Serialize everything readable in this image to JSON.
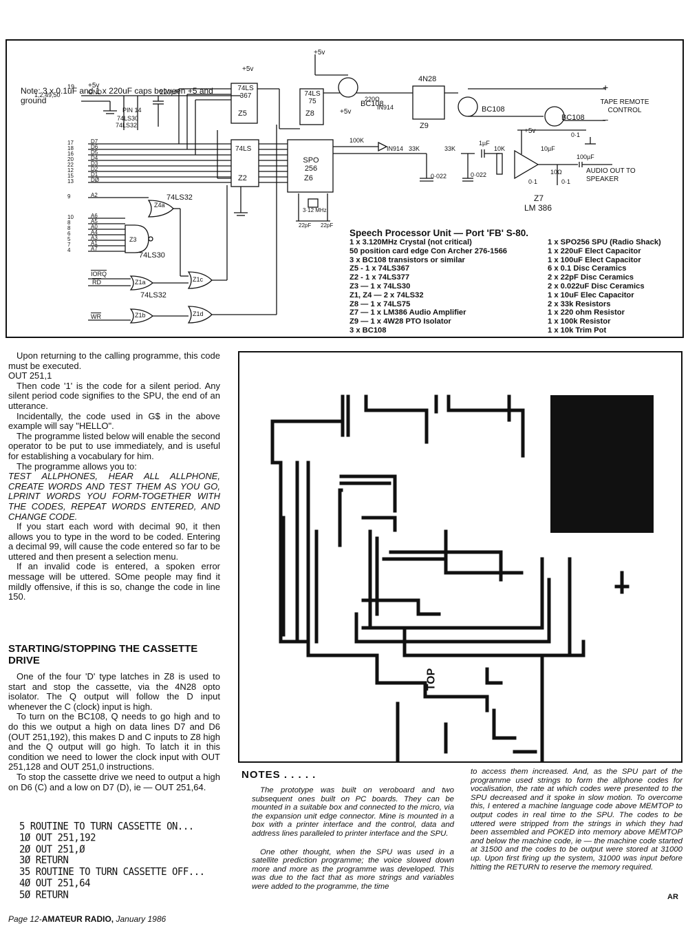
{
  "schematic": {
    "note": "Note: 3 x 0.1uF and 1 x 220uF caps between +5 and ground",
    "labels": {
      "plus5v": "+5v",
      "gnd": "GND",
      "pin14": "PIN 14",
      "chip_a": "74LS30",
      "chip_b": "74LS32",
      "cap220": "220µF",
      "z5": "74LS 367",
      "z5_ref": "Z5",
      "z2": "74LS",
      "z2_ref": "Z2",
      "z8": "74LS 75",
      "z8_ref": "Z8",
      "z6": "SPO 256",
      "z6_ref": "Z6",
      "bc108": "BC108",
      "opto": "4N28",
      "z9": "Z9",
      "in914": "IN914",
      "r220": "220Ω",
      "r100k": "100K",
      "r33k": "33K",
      "c0022": "0·022",
      "c1u": "1µF",
      "r10k": "10K",
      "c10u": "10µF",
      "c100u": "100µF",
      "c01": "0·1",
      "r10": "10Ω",
      "tape": "TAPE REMOTE CONTROL",
      "audio": "AUDIO OUT TO SPEAKER",
      "z7": "Z7",
      "lm386": "LM 386",
      "xtal": "3·12 MHz",
      "c22p": "22pF",
      "z4a": "Z4a",
      "z3": "Z3",
      "z1a": "Z1a",
      "z1b": "Z1b",
      "z1c": "Z1c",
      "z1d": "Z1d",
      "iorq": "IORQ",
      "rd": "RD",
      "wr": "WR",
      "pin19": "19",
      "pins_gnd": "1,2,49,50",
      "plus": "+",
      "minus": "–"
    },
    "data_lines": [
      "D7",
      "D6",
      "D5",
      "D4",
      "D3",
      "D2",
      "D1",
      "DØ"
    ],
    "data_pins": [
      "17",
      "18",
      "16",
      "20",
      "22",
      "12",
      "15",
      "13"
    ],
    "addr_lines": [
      "A2",
      "A6",
      "A5",
      "A0",
      "A4",
      "A3",
      "A1",
      "A7"
    ],
    "addr_pins": [
      "9",
      "10",
      "8",
      "8",
      "6",
      "5",
      "7",
      "4"
    ],
    "parts_title": "Speech Processor Unit — Port 'FB' S-80.",
    "parts_left": [
      "1 x 3.120MHz Crystal (not critical)",
      "50 position card edge Con Archer 276-1566",
      "3 x BC108 transistors or similar",
      "Z5 - 1 x 74LS367",
      "Z2 - 1 x 74LS377",
      "Z3 — 1 x 74LS30",
      "Z1, Z4 — 2 x 74LS32",
      "Z8 — 1 x 74LS75",
      "Z7 — 1 x LM386 Audio Amplifier",
      "Z9 — 1 x 4W28 PTO Isolator",
      "3 x BC108"
    ],
    "parts_right": [
      "1 x SPO256 SPU (Radio Shack)",
      "1 x 220uF Elect Capacitor",
      "1 x 100uF Elect Capacitor",
      "6 x 0.1 Disc Ceramics",
      "2 x 22pF Disc Ceramics",
      "2 x 0.022uF Disc Ceramics",
      "1 x 10uF Elec Capacitor",
      "2 x 33k Resistors",
      "1 x 220 ohm Resistor",
      "1 x 100k Resistor",
      "1 x 10k Trim Pot"
    ]
  },
  "left_column": {
    "p1": "Upon returning to the calling programme, this code must be executed.",
    "p2": "OUT 251,1",
    "p3": "Then code '1' is the code for a silent period. Any silent period code signifies to the SPU, the end of an utterance.",
    "p4": "Incidentally, the code used in G$ in the above example will say \"HELLO\".",
    "p5": "The programme listed below will enable the second operator to be put to use immediately, and is useful for establishing a vocabulary for him.",
    "p6": "The programme allows you to:",
    "p7": "TEST ALLPHONES, HEAR ALL ALLPHONE, CREATE WORDS AND TEST THEM AS YOU GO, LPRINT WORDS YOU FORM-TOGETHER WITH THE CODES, REPEAT WORDS ENTERED, AND CHANGE CODE.",
    "p8": "If you start each word with decimal 90, it then allows you to type in the word to be coded. Entering a decimal 99, will cause the code entered so far to be uttered and then present a selection menu.",
    "p9": "If an invalid code is entered, a spoken error message will be uttered. SOme people may find it mildly offensive, if this is so, change the code in line 150.",
    "heading": "STARTING/STOPPING THE CASSETTE DRIVE",
    "p10": "One of the four 'D' type latches in Z8 is used to start and stop the cassette, via the 4N28 opto isolator. The Q output will follow the D input whenever the C (clock) input is high.",
    "p11": "To turn on the BC108, Q needs to go high and to do this we output a high on data lines D7 and D6 (OUT 251,192), this makes D and C inputs to Z8 high and the Q output will go high. To latch it in this condition we need to lower the clock input with OUT 251,128 and OUT 251,0 instructions.",
    "p12": "To stop the cassette drive we need to output a high on D6 (C) and a low on D7 (D), ie — OUT 251,64."
  },
  "code_lines": [
    "5 ROUTINE TO TURN CASSETTE ON...",
    "1Ø OUT 251,192",
    "2Ø OUT 251,Ø",
    "3Ø RETURN",
    "35 ROUTINE TO TURN CASSETTE OFF...",
    "4Ø OUT 251,64",
    "5Ø RETURN"
  ],
  "pcb": {
    "label_top": "TOP",
    "label_plus": "+"
  },
  "notes": {
    "heading": "NOTES . . . . .",
    "col1_p1": "The prototype was built on veroboard and two subsequent ones built on PC boards. They can be mounted in a suitable box and connected to the micro, via the expansion unit edge connector. Mine is mounted in a box with a printer interface and the control, data and address lines paralleled to printer interface and the SPU.",
    "col1_p2": "One other thought, when the SPU was used in a satellite prediction programme; the voice slowed down more and more as the programme was developed. This was due to the fact that as more strings and variables were added to the programme, the time",
    "col2_p1": "to access them increased. And, as the SPU part of the programme used strings to form the allphone codes for vocalisation, the rate at which codes were presented to the SPU decreased and it spoke in slow motion. To overcome this, I entered a machine language code above MEMTOP to output codes in real time to the SPU. The codes to be uttered were stripped from the strings in which they had been assembled and POKED into memory above MEMTOP and below the machine code, ie — the machine code started at 31500 and the codes to be output were stored at 31000 up. Upon first firing up the system, 31000 was input before hitting the RETURN to reserve the memory required.",
    "signoff": "AR"
  },
  "footer": {
    "prefix": "Page 12-",
    "magazine": "AMATEUR RADIO,",
    "date": " January 1986"
  }
}
